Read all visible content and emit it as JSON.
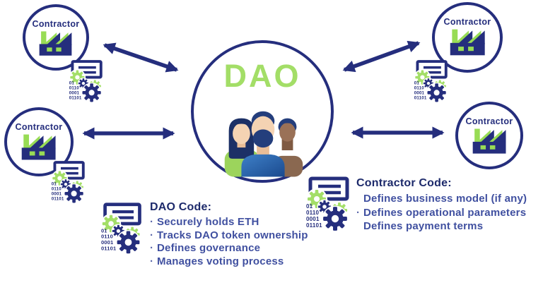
{
  "title": "DAO",
  "nodes": {
    "top_left": {
      "label": "Contractor"
    },
    "bottom_left": {
      "label": "Contractor"
    },
    "top_right": {
      "label": "Contractor"
    },
    "bottom_right": {
      "label": "Contractor"
    }
  },
  "code_icon": {
    "binary_lines": [
      "01",
      "0110",
      "0001",
      "01101"
    ]
  },
  "dao_code": {
    "heading": "DAO Code:",
    "items": [
      "Securely holds ETH",
      "Tracks DAO token ownership",
      "Defines governance",
      "Manages voting process"
    ]
  },
  "contractor_code": {
    "heading": "Contractor Code:",
    "items": [
      "Defines business model (if any)",
      "Defines operational parameters",
      "Defines payment terms"
    ]
  },
  "colors": {
    "navy": "#252e7d",
    "green": "#a3de67",
    "heading_text": "#1d2a6b",
    "body_text": "#4050a0"
  }
}
